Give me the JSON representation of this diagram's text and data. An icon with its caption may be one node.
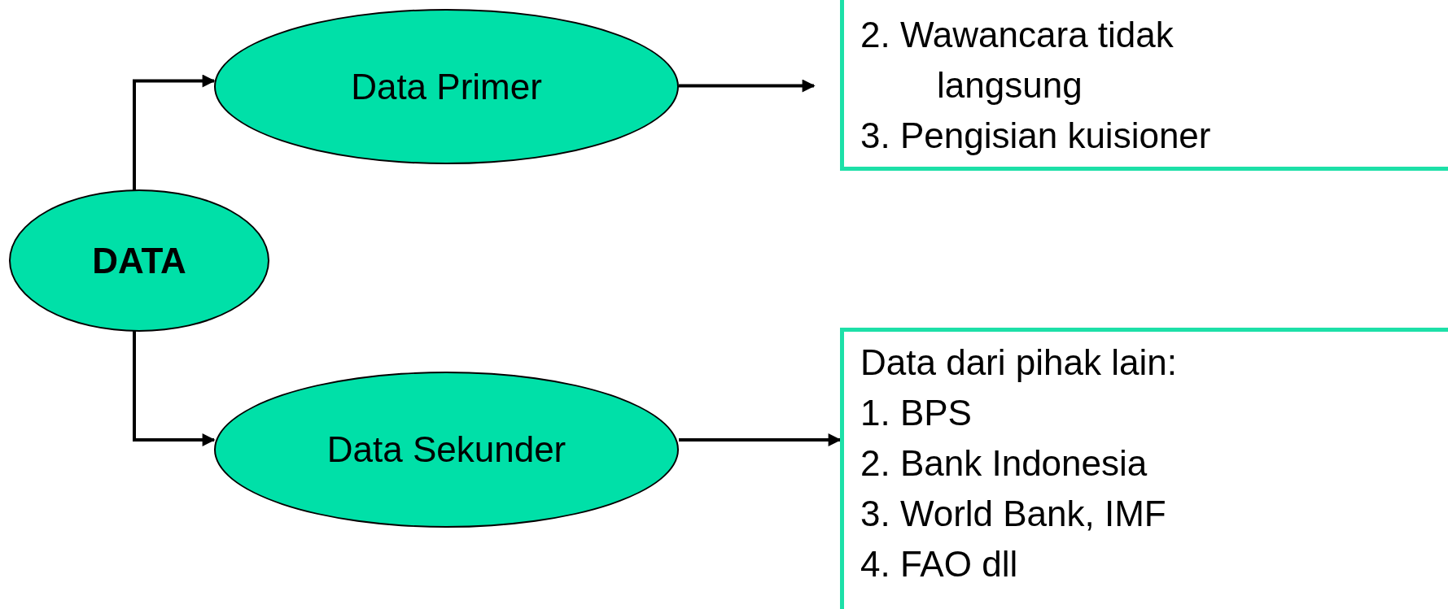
{
  "diagram": {
    "nodes": [
      {
        "text": [
          "DATA"
        ]
      },
      {
        "text": [
          "Data Primer"
        ]
      },
      {
        "text": [
          "Data Sekunder"
        ]
      },
      {
        "text": [
          "2. Wawancara tidak langsung",
          "3. Pengisian kuisioner"
        ]
      },
      {
        "text": [
          "Data dari pihak lain:",
          "1. BPS",
          "2. Bank Indonesia",
          "3. World Bank, IMF",
          "4. FAO dll"
        ]
      }
    ],
    "edges": [
      {
        "from": 0,
        "to": 1,
        "arrow": "to"
      },
      {
        "from": 0,
        "to": 2,
        "arrow": "to"
      },
      {
        "from": 1,
        "to": 3,
        "arrow": "to"
      },
      {
        "from": 2,
        "to": 4,
        "arrow": "to"
      }
    ]
  }
}
